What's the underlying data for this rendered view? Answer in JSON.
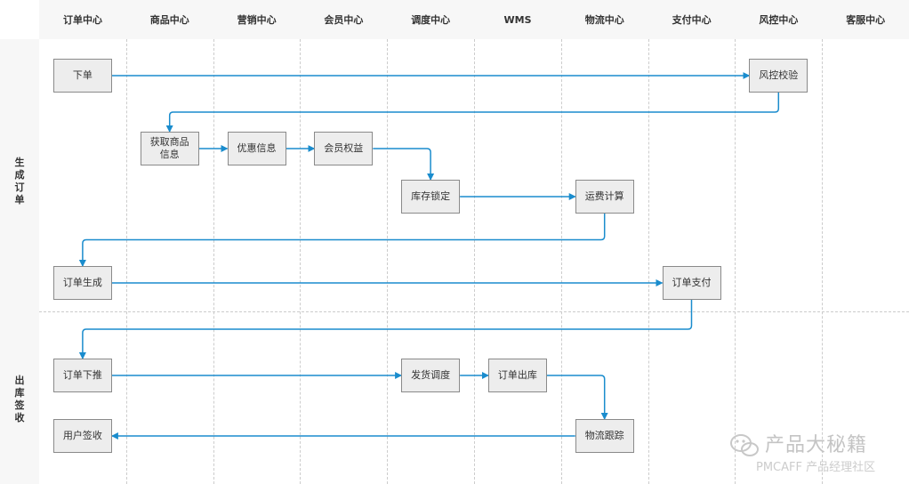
{
  "lanes": [
    "订单中心",
    "商品中心",
    "营销中心",
    "会员中心",
    "调度中心",
    "WMS",
    "物流中心",
    "支付中心",
    "风控中心",
    "客服中心"
  ],
  "phases": [
    "生成订单",
    "出库签收"
  ],
  "steps": {
    "place_order": "下单",
    "risk_check": "风控校验",
    "fetch_product": "获取商品\n信息",
    "promotion": "优惠信息",
    "member_benefit": "会员权益",
    "stock_lock": "库存锁定",
    "shipping_fee": "运费计算",
    "order_created": "订单生成",
    "order_payment": "订单支付",
    "order_push": "订单下推",
    "dispatch": "发货调度",
    "warehouse_out": "订单出库",
    "logistics_tracking": "物流跟踪",
    "user_signoff": "用户签收"
  },
  "flow": [
    [
      "place_order",
      "risk_check"
    ],
    [
      "risk_check",
      "fetch_product"
    ],
    [
      "fetch_product",
      "promotion"
    ],
    [
      "promotion",
      "member_benefit"
    ],
    [
      "member_benefit",
      "stock_lock"
    ],
    [
      "stock_lock",
      "shipping_fee"
    ],
    [
      "shipping_fee",
      "order_created"
    ],
    [
      "order_created",
      "order_payment"
    ],
    [
      "order_payment",
      "order_push"
    ],
    [
      "order_push",
      "dispatch"
    ],
    [
      "dispatch",
      "warehouse_out"
    ],
    [
      "warehouse_out",
      "logistics_tracking"
    ],
    [
      "logistics_tracking",
      "user_signoff"
    ]
  ],
  "colors": {
    "arrow": "#1a8ccd",
    "box_fill": "#ededed",
    "box_border": "#8a8a8a",
    "lane_bg": "#f7f7f7"
  },
  "watermark": {
    "title": "产品大秘籍",
    "subtitle": "PMCAFF 产品经理社区",
    "icon": "wechat-icon"
  }
}
